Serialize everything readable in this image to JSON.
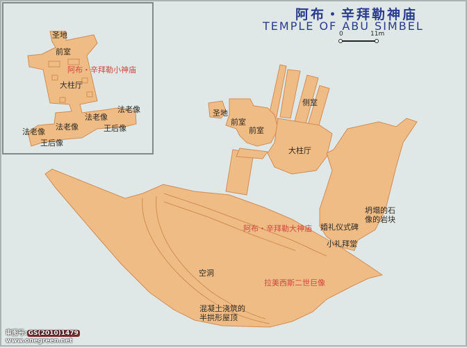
{
  "title": {
    "chinese": "阿布・辛拜勒神庙",
    "english": "TEMPLE OF ABU SIMBEL"
  },
  "scale_bar": {
    "start": "0",
    "end": "11m"
  },
  "colors": {
    "background": "#dfe8e6",
    "structure_fill": "#f0bc85",
    "structure_outline": "#d08c55",
    "title_blue": "#2a3a8e",
    "red_label": "#d2453c"
  },
  "inset_small_temple": {
    "name_label": "阿布・辛拜勒小神庙",
    "labels": [
      "圣地",
      "前室",
      "大柱厅",
      "法老像",
      "法老像",
      "法老像",
      "法老像",
      "王后像",
      "王后像"
    ]
  },
  "great_temple": {
    "name_label": "阿布・辛拜勒大神庙",
    "labels": [
      "圣地",
      "前室",
      "前室",
      "侧室",
      "大柱厅",
      "坍塌的石像的岩块",
      "婚礼仪式碑",
      "小礼拜堂",
      "空洞",
      "拉美西斯二世巨像",
      "混凝土浇筑的半拱形屋顶"
    ]
  },
  "labels": {
    "inset_sanctuary": "圣地",
    "inset_vestibule": "前室",
    "inset_temple_name": "阿布・辛拜勒小神庙",
    "inset_hypostyle": "大柱厅",
    "inset_pharaoh_1": "法老像",
    "inset_pharaoh_2": "法老像",
    "inset_pharaoh_3": "法老像",
    "inset_pharaoh_4": "法老像",
    "inset_queen_1": "王后像",
    "inset_queen_2": "王后像",
    "sanctuary": "圣地",
    "vestibule_1": "前室",
    "vestibule_2": "前室",
    "side_chamber": "侧室",
    "hypostyle": "大柱厅",
    "collapsed_rock_1": "坍塌的石",
    "collapsed_rock_2": "像的岩块",
    "marriage_stela": "婚礼仪式碑",
    "small_chapel": "小礼拜堂",
    "great_temple_name": "阿布・辛拜勒大神庙",
    "cavity": "空洞",
    "colossus": "拉美西斯二世巨像",
    "dome_1": "混凝土浇筑的",
    "dome_2": "半拱形屋顶"
  },
  "footer": {
    "approval_prefix": "审图号:",
    "approval_code": "GS(2010)1479",
    "website": "www.onegreen.net"
  }
}
